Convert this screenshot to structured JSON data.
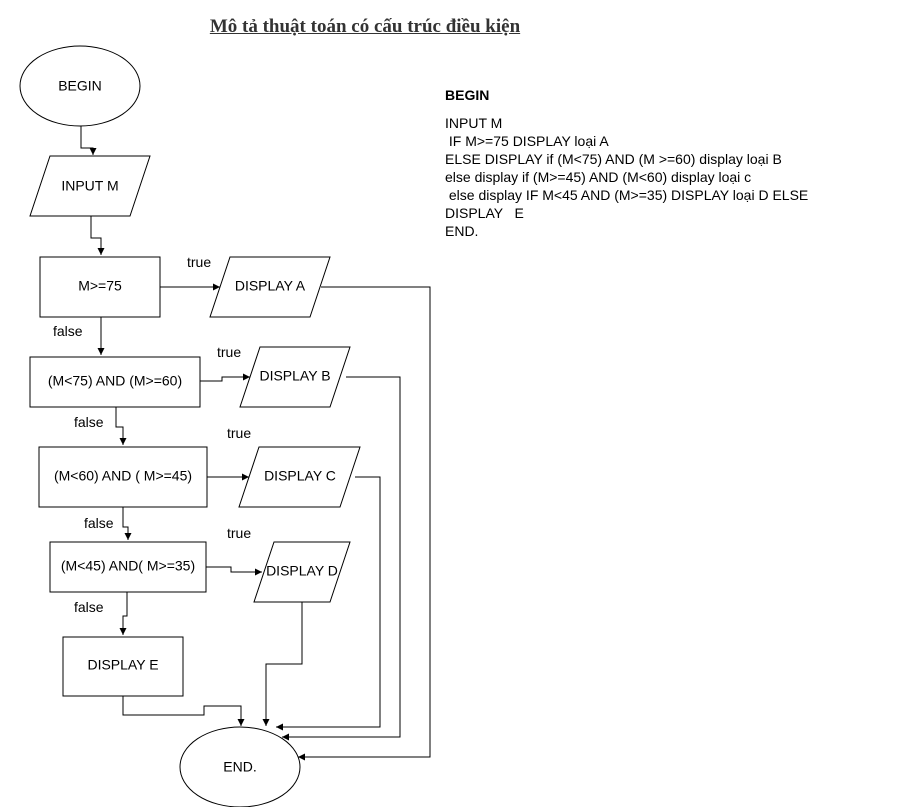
{
  "title": "Mô tả thuật toán có cấu trúc điều kiện",
  "nodes": {
    "begin": "BEGIN",
    "input": "INPUT M",
    "cond1": "M>=75",
    "cond2": "(M<75) AND (M>=60)",
    "cond3": "(M<60) AND ( M>=45)",
    "cond4": "(M<45) AND( M>=35)",
    "displayA": "DISPLAY A",
    "displayB": "DISPLAY B",
    "displayC": "DISPLAY C",
    "displayD": "DISPLAY D",
    "displayE": "DISPLAY E",
    "end": "END."
  },
  "labels": {
    "true": "true",
    "false": "false"
  },
  "pseudocode": {
    "heading": "BEGIN",
    "lines": [
      "INPUT M",
      " IF M>=75 DISPLAY loại A",
      "ELSE DISPLAY if (M<75) AND (M >=60) display loại B",
      "else display if (M>=45) AND (M<60) display loại c",
      " else display IF M<45 AND (M>=35) DISPLAY loại D ELSE",
      "DISPLAY   E",
      "END."
    ]
  }
}
